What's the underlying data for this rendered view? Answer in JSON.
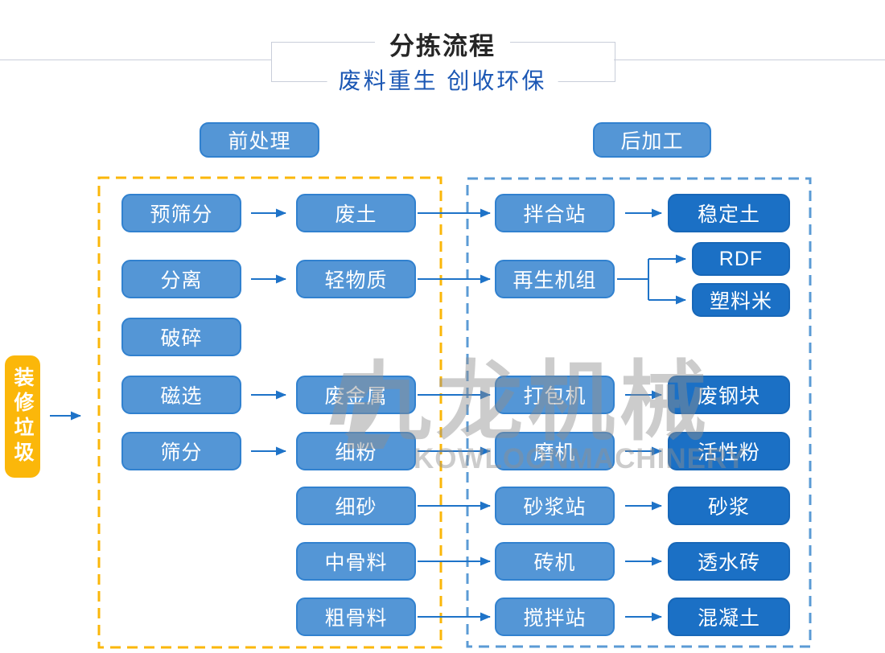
{
  "title": {
    "main": "分拣流程",
    "subtitle": "废料重生 创收环保"
  },
  "stages": {
    "pre_label": "前处理",
    "post_label": "后加工"
  },
  "source_label": "装修垃圾",
  "flow": {
    "pre_inputs": [
      "预筛分",
      "分离",
      "破碎",
      "磁选",
      "筛分"
    ],
    "pre_outputs": [
      "废土",
      "轻物质",
      "废金属",
      "细粉",
      "细砂",
      "中骨料",
      "粗骨料"
    ],
    "post_machines": [
      "拌合站",
      "再生机组",
      "打包机",
      "磨机",
      "砂浆站",
      "砖机",
      "搅拌站"
    ],
    "post_products": [
      "稳定土",
      "RDF",
      "塑料米",
      "废钢块",
      "活性粉",
      "砂浆",
      "透水砖",
      "混凝土"
    ]
  },
  "edges": [
    {
      "from": "装修垃圾",
      "to": "前处理"
    },
    {
      "from": "预筛分",
      "to": "废土"
    },
    {
      "from": "分离",
      "to": "轻物质"
    },
    {
      "from": "磁选",
      "to": "废金属"
    },
    {
      "from": "筛分",
      "to": "细粉"
    },
    {
      "from": "废土",
      "to": "拌合站"
    },
    {
      "from": "轻物质",
      "to": "再生机组"
    },
    {
      "from": "废金属",
      "to": "打包机"
    },
    {
      "from": "细粉",
      "to": "磨机"
    },
    {
      "from": "细砂",
      "to": "砂浆站"
    },
    {
      "from": "中骨料",
      "to": "砖机"
    },
    {
      "from": "粗骨料",
      "to": "搅拌站"
    },
    {
      "from": "拌合站",
      "to": "稳定土"
    },
    {
      "from": "再生机组",
      "to": "RDF"
    },
    {
      "from": "再生机组",
      "to": "塑料米"
    },
    {
      "from": "打包机",
      "to": "废钢块"
    },
    {
      "from": "磨机",
      "to": "活性粉"
    },
    {
      "from": "砂浆站",
      "to": "砂浆"
    },
    {
      "from": "砖机",
      "to": "透水砖"
    },
    {
      "from": "搅拌站",
      "to": "混凝土"
    }
  ],
  "watermark": {
    "logo_text_cn": "九龙机械",
    "logo_text_en": "KOWLOONMACHINERY"
  },
  "colors": {
    "light_node_fill": "#5496D6",
    "light_node_border": "#3181CF",
    "dark_node_fill": "#1B70C5",
    "source_fill": "#FBB70A",
    "pre_box_border": "#FBB70A",
    "post_box_border": "#5B9BD5",
    "arrow": "#1E73C8",
    "title_text": "#262626",
    "subtitle_text": "#1B57B4",
    "frame_line": "#C9CEDA"
  }
}
